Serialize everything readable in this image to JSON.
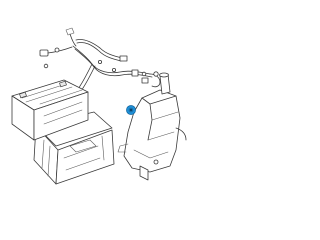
{
  "diagram": {
    "parts": [
      {
        "name": "wiring-harness"
      },
      {
        "name": "battery"
      },
      {
        "name": "battery-tray"
      },
      {
        "name": "washer-reservoir"
      },
      {
        "name": "nut",
        "highlighted": true
      }
    ],
    "highlight_color": "#1e8fd6"
  }
}
